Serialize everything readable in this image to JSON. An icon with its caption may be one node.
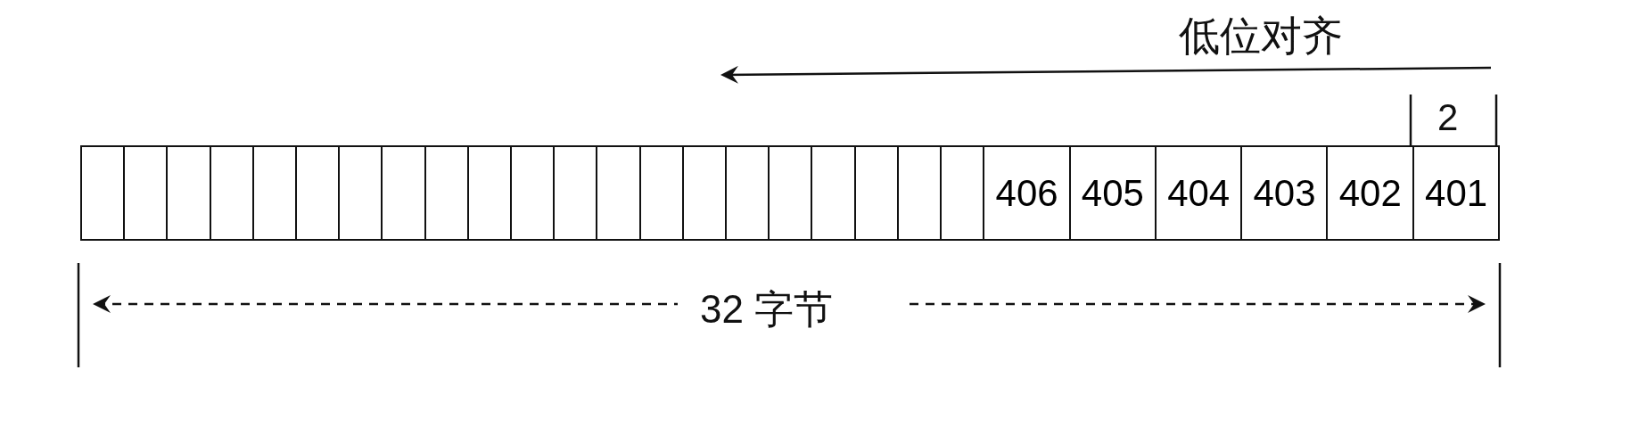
{
  "diagram": {
    "labels": [
      "低位对齐",
      "2",
      "406",
      "405",
      "404",
      "403",
      "402",
      "401",
      "32 字节"
    ]
  }
}
